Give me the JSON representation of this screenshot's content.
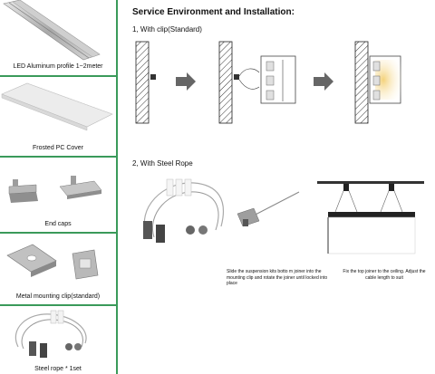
{
  "sidebar": {
    "items": [
      {
        "caption": "LED Aluminum profile 1~2meter"
      },
      {
        "caption": "Frosted PC Cover"
      },
      {
        "caption": "End caps"
      },
      {
        "caption": "Metal mounting clip(standard)"
      },
      {
        "caption": "Steel rope * 1set"
      }
    ]
  },
  "main": {
    "title": "Service Environment and Installation:",
    "section1": {
      "label": "1, With clip(Standard)"
    },
    "section2": {
      "label": "2, With Steel Rope",
      "note_left": "Slide the suspension kits botto m joiner into the mounting clip and rotate the joiner until locked into place",
      "note_right": "Fix the top joiner to the ceiling. Adjust the cable length to suit"
    }
  },
  "colors": {
    "divider": "#3a9a5a",
    "led_glow": "#f4d27a",
    "metal": "#b8b8b8"
  }
}
